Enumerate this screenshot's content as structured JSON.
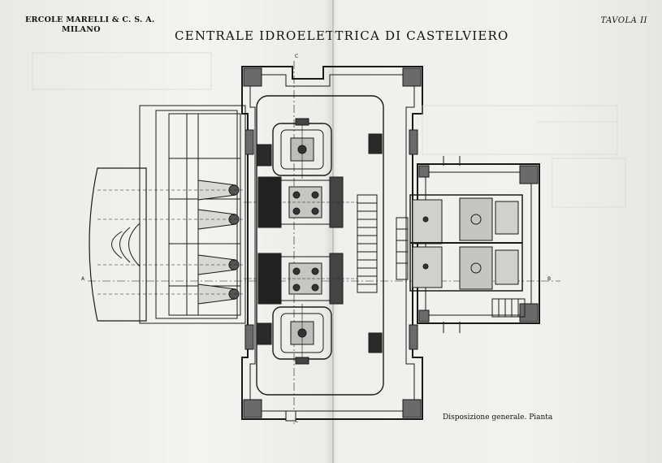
{
  "header": {
    "company": "ERCOLE MARELLI & C. S. A.",
    "city": "MILANO",
    "title": "CENTRALE IDROELETTRICA DI CASTELVIERO",
    "plate": "TAVOLA II"
  },
  "caption": "Disposizione generale. Pianta",
  "section_marks": {
    "left": "A",
    "right": "B",
    "top": "C",
    "bottom": "C"
  },
  "colors": {
    "paper": "#efefed",
    "ink": "#1a1a1a",
    "wall_fill": "#6a6a6a"
  }
}
